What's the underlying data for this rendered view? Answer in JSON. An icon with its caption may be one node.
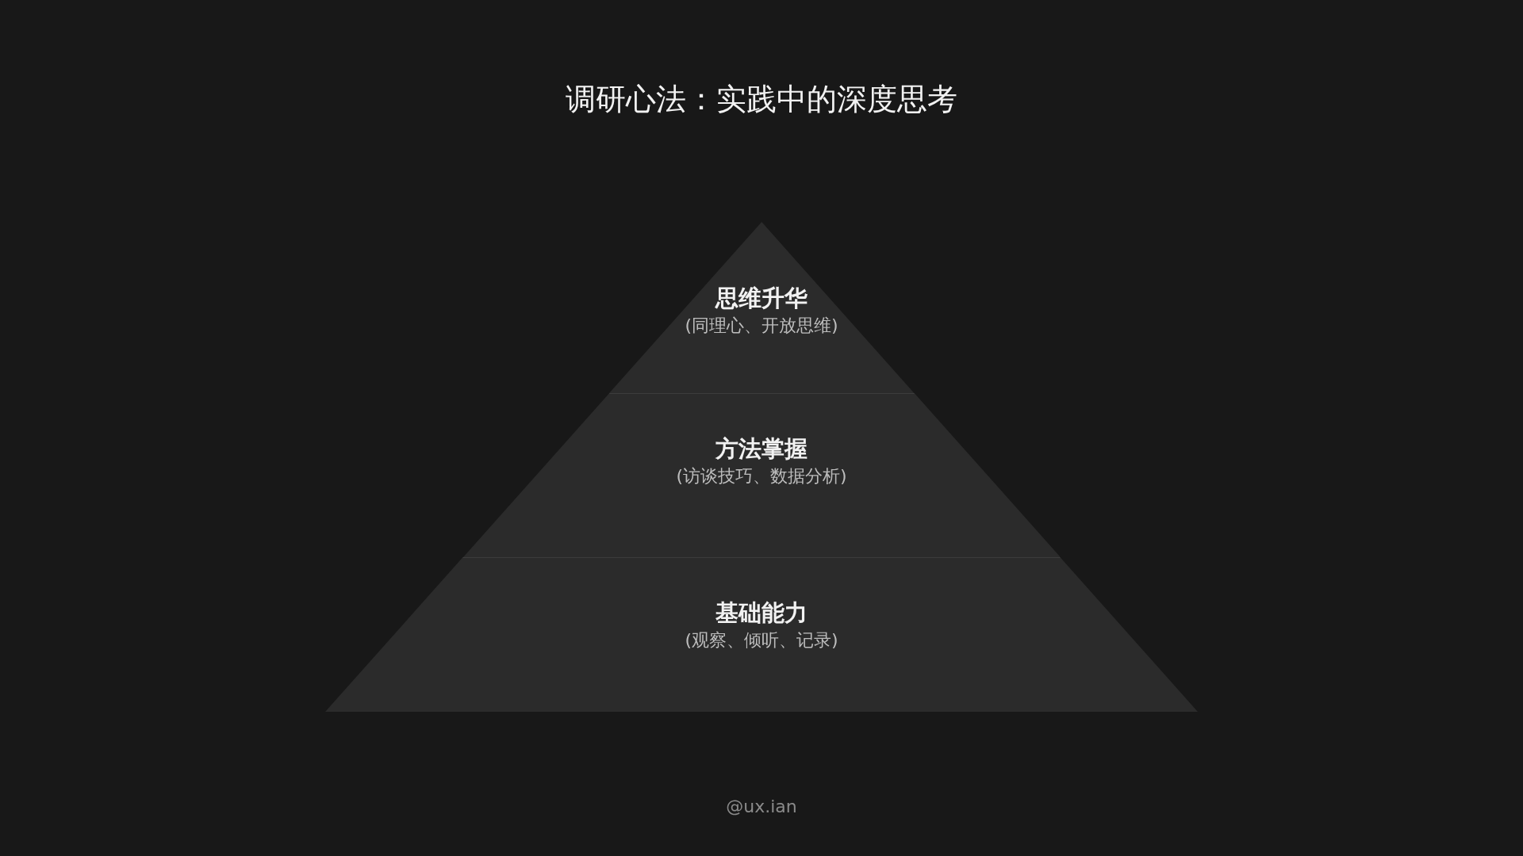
{
  "diagram": {
    "title": "调研心法：实践中的深度思考",
    "nodes": [
      {
        "text": [
          "思维升华",
          "(同理心、开放思维)"
        ]
      },
      {
        "text": [
          "方法掌握",
          "(访谈技巧、数据分析)"
        ]
      },
      {
        "text": [
          "基础能力",
          "(观察、倾听、记录)"
        ]
      }
    ],
    "labels": [
      "@ux.ian"
    ]
  }
}
